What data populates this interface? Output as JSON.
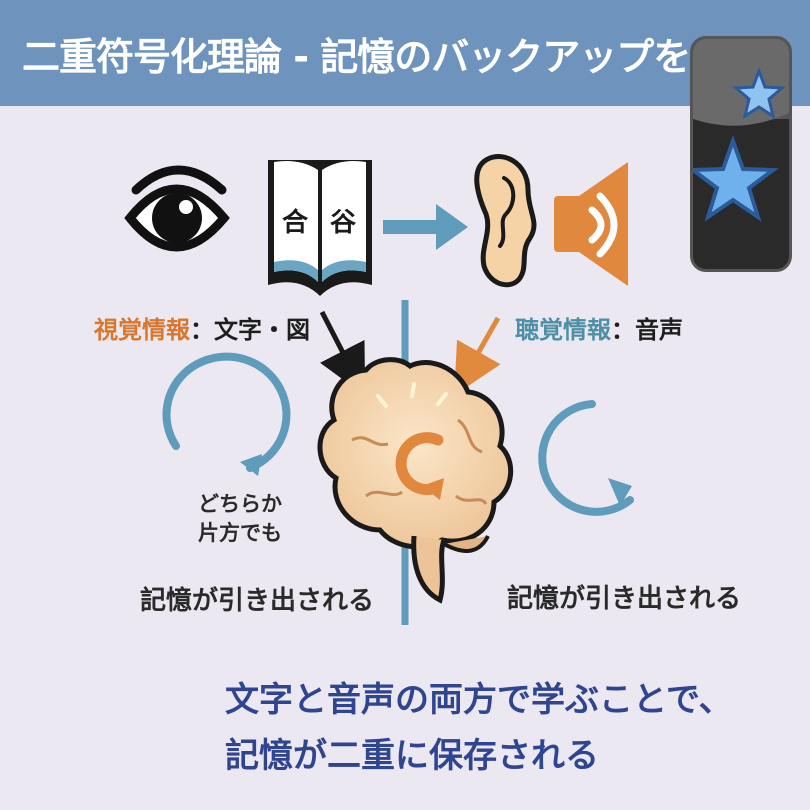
{
  "header": {
    "title": "二重符号化理論 - 記憶のバックアップを作る"
  },
  "book": {
    "left_char": "合",
    "right_char": "谷"
  },
  "visual": {
    "emphasis": "視覚情報",
    "rest": "：文字・図"
  },
  "audio": {
    "emphasis": "聴覚情報",
    "rest": "：音声"
  },
  "left_cycle": {
    "line1": "どちらか",
    "line2": "片方でも",
    "recall": "記憶が引き出される"
  },
  "right_cycle": {
    "recall": "記憶が引き出される"
  },
  "bottom": {
    "line1": "文字と音声の両方で学ぶことで、",
    "line2": "記憶が二重に保存される"
  },
  "colors": {
    "header_bg": "#6E94BD",
    "accent_orange": "#D9782D",
    "accent_teal": "#4D8FA6",
    "bottom_text": "#2F4590",
    "background": "#ECE8F1"
  }
}
